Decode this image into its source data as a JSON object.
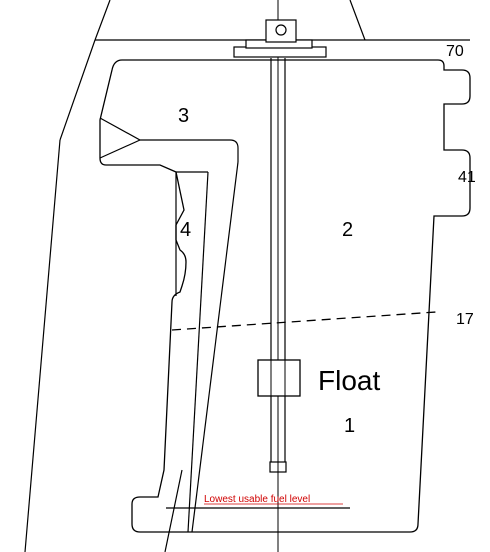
{
  "diagram": {
    "zones": [
      "1",
      "2",
      "3",
      "4"
    ],
    "levels": [
      "70",
      "41",
      "17"
    ],
    "float_label": "Float",
    "lowest_label": "Lowest usable fuel level"
  },
  "colors": {
    "line": "#000000",
    "lowest": "#d00000"
  }
}
